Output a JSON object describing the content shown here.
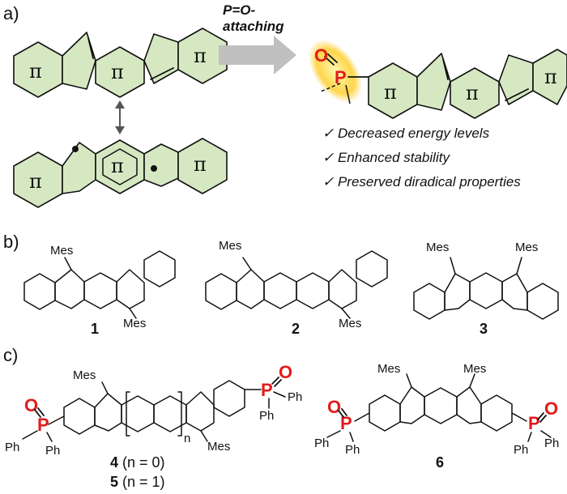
{
  "panel_labels": {
    "a": "a)",
    "b": "b)",
    "c": "c)"
  },
  "arrow_label": {
    "line1": "P=O-",
    "line2": "attaching"
  },
  "pi_symbol": "π",
  "features": [
    "✓ Decreased energy levels",
    "✓ Enhanced stability",
    "✓ Preserved diradical properties"
  ],
  "substituents": {
    "mes": "Mes",
    "ph": "Ph",
    "p": "P",
    "o": "O",
    "n": "n"
  },
  "compounds": {
    "c1": "1",
    "c2": "2",
    "c3": "3",
    "c4": "4",
    "c4_note": " (n = 0)",
    "c5": "5",
    "c5_note": " (n = 1)",
    "c6": "6"
  },
  "colors": {
    "ring_fill": "#d6e8c2",
    "phosphorus_oxygen": "#e21b1b",
    "glow": "#ffd54a",
    "arrow": "#c0c0c0"
  }
}
